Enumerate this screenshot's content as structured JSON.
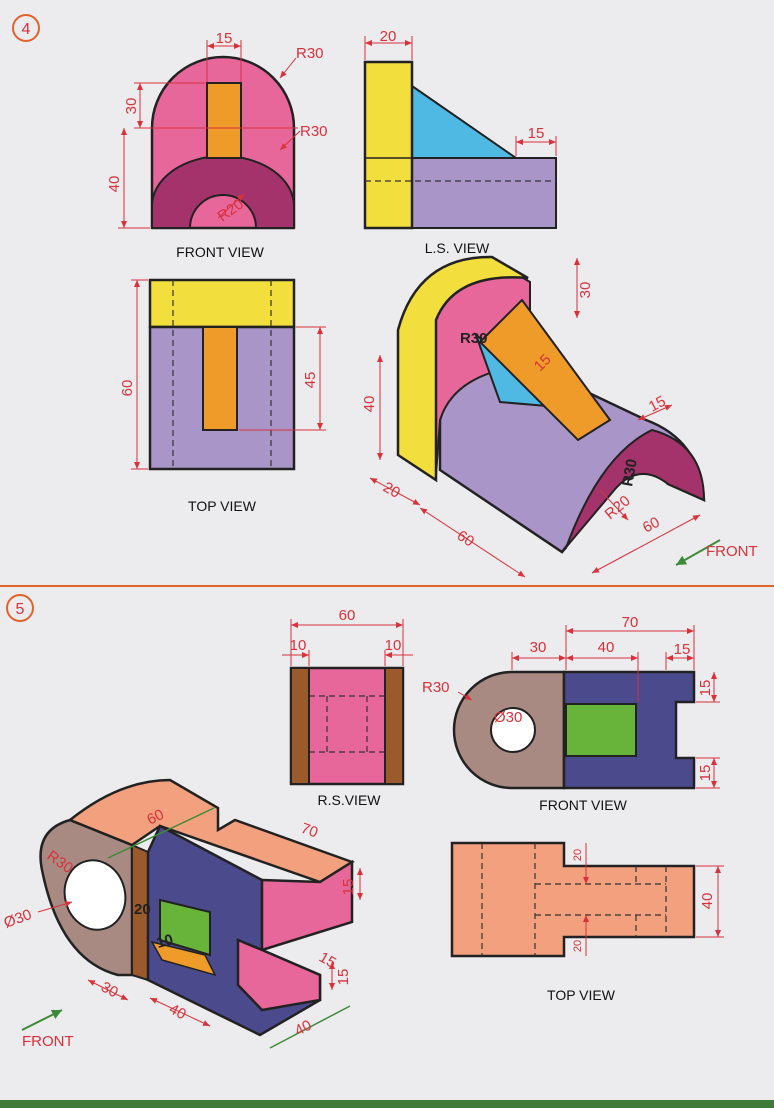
{
  "exercises": [
    {
      "number": "4",
      "labels": {
        "front_view": "FRONT VIEW",
        "ls_view": "L.S. VIEW",
        "top_view": "TOP VIEW",
        "front_arrow": "FRONT"
      },
      "dims": {
        "fv_15": "15",
        "fv_r30_top": "R30",
        "fv_30": "30",
        "fv_r30_mid": "R30",
        "fv_40": "40",
        "fv_r20": "R20",
        "ls_20": "20",
        "ls_15": "15",
        "tv_60": "60",
        "tv_45": "45",
        "iso_30": "30",
        "iso_r30": "R30",
        "iso_15_rib": "15",
        "iso_40": "40",
        "iso_15": "15",
        "iso_r30_b": "R30",
        "iso_20": "20",
        "iso_r20": "R20",
        "iso_60": "60",
        "iso_60_b": "60"
      }
    },
    {
      "number": "5",
      "labels": {
        "rs_view": "R.S.VIEW",
        "front_view": "FRONT VIEW",
        "top_view": "TOP VIEW",
        "front_arrow": "FRONT"
      },
      "dims": {
        "rs_60": "60",
        "rs_10_l": "10",
        "rs_10_r": "10",
        "fv_70": "70",
        "fv_30": "30",
        "fv_40": "40",
        "fv_15_top": "15",
        "fv_r30": "R30",
        "fv_dia30": "Ø30",
        "fv_15_a": "15",
        "fv_15_b": "15",
        "tv_20_a": "20",
        "tv_20_b": "20",
        "tv_40": "40",
        "iso_60": "60",
        "iso_70": "70",
        "iso_r30": "R30",
        "iso_dia30": "Ø30",
        "iso_20": "20",
        "iso_10": "10",
        "iso_15_a": "15",
        "iso_15_b": "15",
        "iso_15_c": "15",
        "iso_30": "30",
        "iso_40_a": "40",
        "iso_40_b": "40"
      }
    }
  ],
  "colors": {
    "pink": "#e8679b",
    "orange": "#ef9b2a",
    "maroon": "#a3336a",
    "yellow": "#f2de3c",
    "cyan": "#4fb8e3",
    "lavender": "#a995c8",
    "salmon": "#f2a07e",
    "mauve": "#a88a82",
    "navy": "#4b4a8c",
    "green": "#68b33a",
    "brown": "#9a5a2c",
    "divider": "#e2632a",
    "dimension": "#d8323c",
    "arrow": "#3e8a3a"
  }
}
